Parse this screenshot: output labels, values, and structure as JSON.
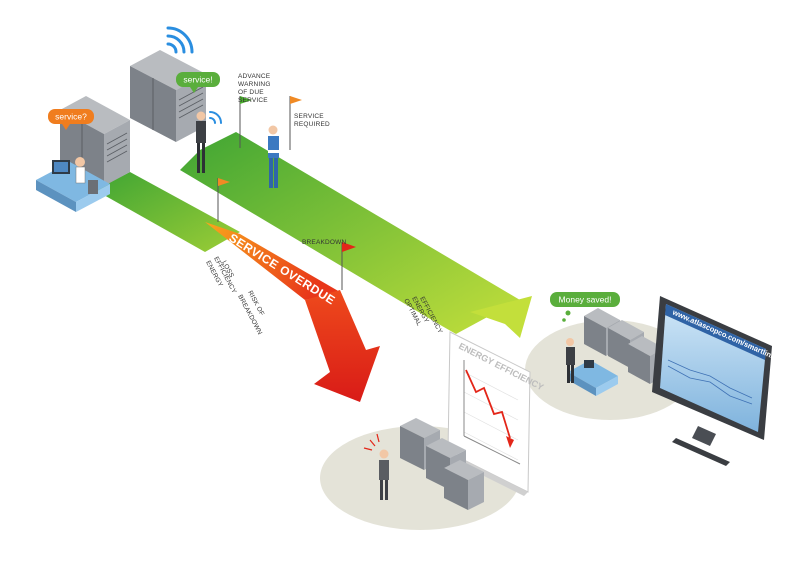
{
  "bubbles": {
    "service_question": "service?",
    "service_exclaim": "service!",
    "money_saved": "Money saved!"
  },
  "labels": {
    "advance_warning": [
      "ADVANCE",
      "WARNING",
      "OF DUE",
      "SERVICE"
    ],
    "service_required": [
      "SERVICE",
      "REQUIRED"
    ],
    "breakdown": "BREAKDOWN",
    "energy_efficiency_loss": [
      "ENERGY",
      "EFFICIENCY",
      "LOSS"
    ],
    "risk_of_breakdown": [
      "RISK OF",
      "BREAKDOWN"
    ],
    "optimal_energy_efficiency": [
      "OPTIMAL",
      "ENERGY",
      "EFFICIENCY"
    ]
  },
  "band": {
    "service_overdue": "SERVICE OVERDUE"
  },
  "chart": {
    "title": "ENERGY EFFICIENCY"
  },
  "monitor": {
    "url": "www.atlascopco.com/smartlink"
  },
  "colors": {
    "green_dark": "#4caf2f",
    "green_light": "#b8dc3c",
    "orange": "#f7a21b",
    "red": "#e32619",
    "bubble_orange": "#f07d1e",
    "bubble_green": "#5aae3c",
    "flag_orange": "#f08a24",
    "flag_green": "#4caf2f",
    "flag_red": "#e32619",
    "wifi_blue": "#2a8ee0"
  }
}
